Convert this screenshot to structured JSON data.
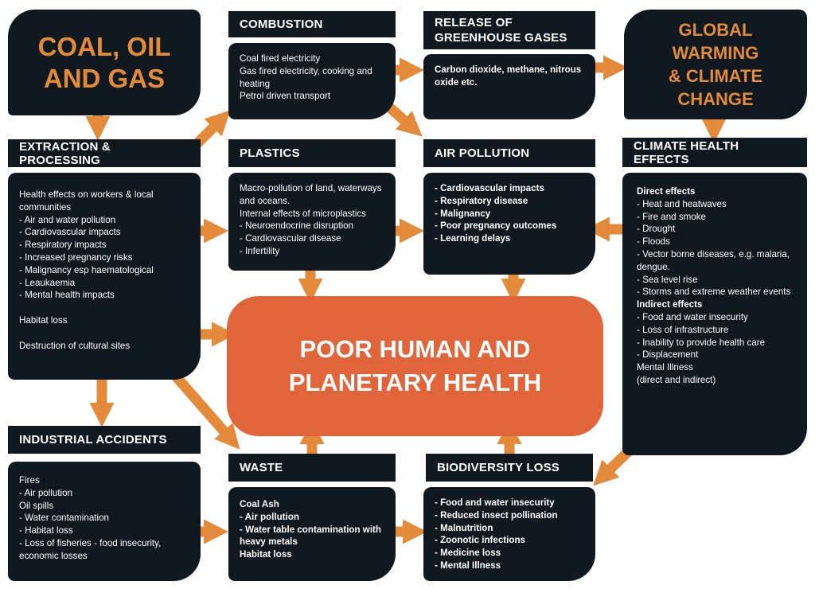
{
  "source": {
    "title_line1": "COAL, OIL",
    "title_line2": "AND GAS"
  },
  "outcome": {
    "title_line1": "GLOBAL",
    "title_line2": "WARMING",
    "title_line3": "& CLIMATE",
    "title_line4": "CHANGE"
  },
  "center": {
    "line1": "POOR HUMAN AND",
    "line2": "PLANETARY HEALTH"
  },
  "combustion": {
    "heading": "COMBUSTION",
    "items": [
      "Coal fired electricity",
      "Gas fired electricity, cooking and heating",
      "Petrol driven transport"
    ]
  },
  "release": {
    "heading": "RELEASE OF GREENHOUSE GASES",
    "items": [
      "Carbon dioxide, methane, nitrous oxide etc."
    ]
  },
  "extraction": {
    "heading": "EXTRACTION & PROCESSING",
    "items": [
      "Health effects on workers & local communities",
      "- Air and water pollution",
      "- Cardiovascular impacts",
      "- Respiratory impacts",
      "- Increased pregnancy risks",
      "- Malignancy esp haematological",
      "- Leaukaemia",
      "- Mental health impacts",
      "",
      "Habitat loss",
      "",
      "Destruction of cultural sites"
    ]
  },
  "plastics": {
    "heading": "PLASTICS",
    "items": [
      "Macro-pollution of land, waterways and oceans.",
      "Internal effects of microplastics",
      "- Neuroendocrine disruption",
      "- Cardiovascular disease",
      "- Infertility"
    ]
  },
  "air_pollution": {
    "heading": "AIR POLLUTION",
    "items": [
      "- Cardiovascular impacts",
      "- Respiratory disease",
      "- Malignancy",
      "- Poor pregnancy outcomes",
      "- Learning delays"
    ]
  },
  "climate_effects": {
    "heading": "CLIMATE HEALTH EFFECTS",
    "direct_heading": "Direct effects",
    "direct": [
      "- Heat and heatwaves",
      "- Fire and smoke",
      "- Drought",
      "- Floods",
      "- Vector borne diseases, e.g. malaria, dengue.",
      "- Sea level rise",
      "- Storms and extreme weather events"
    ],
    "indirect_heading": "Indirect effects",
    "indirect": [
      "- Food and water insecurity",
      "- Loss of infrastructure",
      "- Inability to provide health care",
      "- Displacement",
      "Mental Illness",
      "(direct and indirect)"
    ]
  },
  "industrial": {
    "heading": "INDUSTRIAL ACCIDENTS",
    "items": [
      "Fires",
      "- Air pollution",
      "Oil spills",
      "- Water contamination",
      "- Habitat loss",
      "- Loss of fisheries - food insecurity, economic losses"
    ]
  },
  "waste": {
    "heading": "WASTE",
    "items": [
      "Coal Ash",
      "- Air pollution",
      "- Water table contamination with heavy metals",
      "Habitat loss"
    ]
  },
  "biodiversity": {
    "heading": "BIODIVERSITY LOSS",
    "items": [
      "- Food and water insecurity",
      "- Reduced insect pollination",
      "- Malnutrition",
      "- Zoonotic infections",
      "- Medicine loss",
      "- Mental Illness"
    ]
  },
  "colors": {
    "box": "#101820",
    "arrow": "#e38b3a",
    "center": "#e0653a",
    "title": "#e38b3a"
  }
}
